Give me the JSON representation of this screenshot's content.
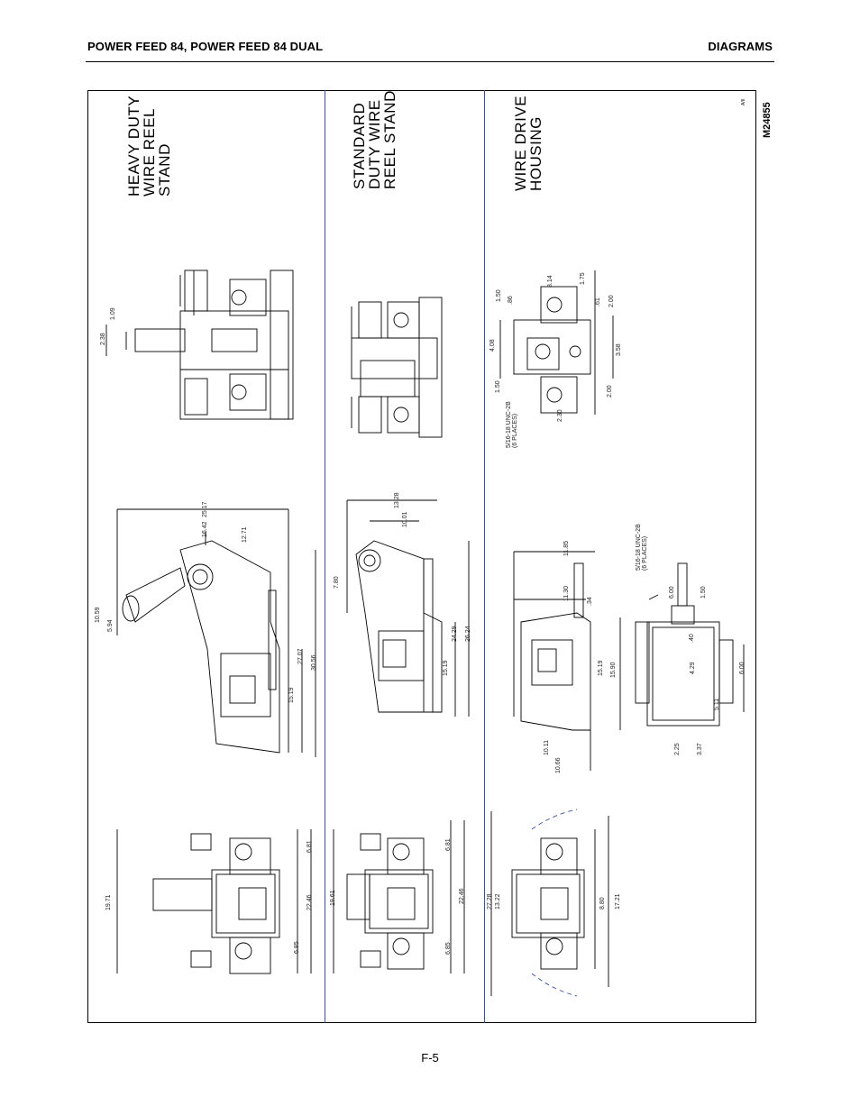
{
  "header": {
    "left": "POWER FEED 84, POWER FEED 84 DUAL",
    "right": "DIAGRAMS"
  },
  "sections": {
    "heavy_duty": [
      "HEAVY DUTY",
      "WIRE REEL",
      "STAND"
    ],
    "standard_duty": [
      "STANDARD",
      "DUTY WIRE",
      "REEL STAND"
    ],
    "wire_drive": [
      "WIRE DRIVE",
      "HOUSING"
    ]
  },
  "model_number": "M24855",
  "revision": "A/II",
  "dimensions": {
    "hd_top": [
      "1.09",
      "2.38"
    ],
    "hd_side": [
      "25.17",
      "16.42",
      "12.71",
      "10.59",
      "5.94",
      "27.07",
      "30.56",
      "15.19"
    ],
    "hd_front": [
      "19.71",
      "6.81",
      "22.46",
      "6.85"
    ],
    "sd_side": [
      "13.28",
      "10.01",
      "7.80",
      "24.29",
      "26.24",
      "15.19"
    ],
    "sd_front": [
      "19.61",
      "6.81",
      "22.46",
      "6.85"
    ],
    "wd_top": [
      "1.50",
      ".86",
      "8.14",
      "1.75",
      ".61",
      "2.00",
      "4.08",
      "3.58",
      "1.50",
      "2.00",
      "2.30"
    ],
    "wd_top_note": [
      "5/16-18 UNC-2B",
      "(6 PLACES)"
    ],
    "wd_side": [
      "11.85",
      "11.30",
      ".34",
      "15.19",
      "15.90",
      "10.11",
      "10.66"
    ],
    "wd_end": [
      "6.00",
      "1.50",
      ".40",
      "4.29",
      "6.00",
      "5.11",
      "2.25",
      "3.37"
    ],
    "wd_end_note": [
      "5/16-18 UNC-2B",
      "(6 PLACES)"
    ],
    "wd_front": [
      "27.28",
      "13.22",
      "8.80",
      "17.21"
    ]
  },
  "footer": {
    "page": "F-5"
  }
}
